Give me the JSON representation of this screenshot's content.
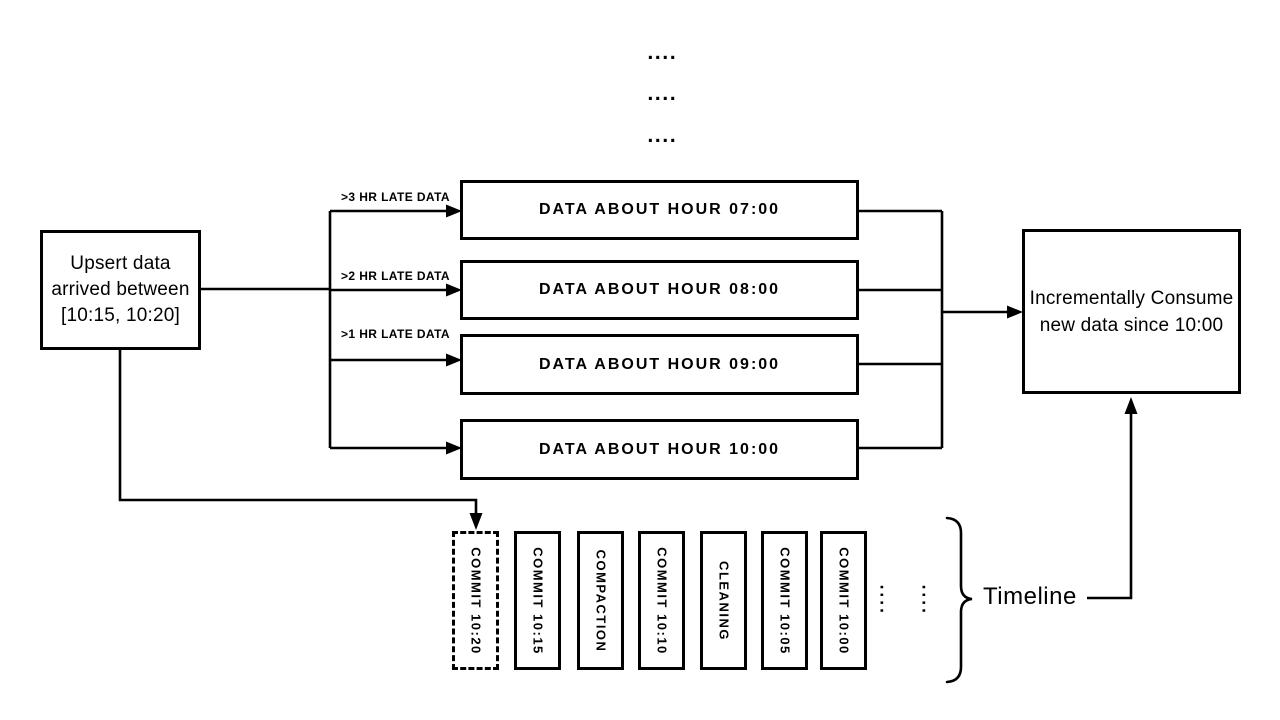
{
  "diagram": {
    "top_ellipsis": [
      "....",
      "....",
      "...."
    ],
    "upsert_box": {
      "line1": "Upsert data",
      "line2": "arrived between",
      "line3": "[10:15, 10:20]"
    },
    "late_data_labels": [
      ">3 HR LATE DATA",
      ">2 HR LATE DATA",
      ">1 HR LATE DATA"
    ],
    "data_boxes": [
      "DATA ABOUT HOUR 07:00",
      "DATA ABOUT HOUR 08:00",
      "DATA ABOUT HOUR 09:00",
      "DATA ABOUT HOUR 10:00"
    ],
    "consume_box": {
      "line1": "Incrementally Consume",
      "line2": "new data since 10:00"
    },
    "timeline": {
      "items": [
        {
          "label": "COMMIT  10:20",
          "style": "dashed"
        },
        {
          "label": "COMMIT  10:15",
          "style": "solid"
        },
        {
          "label": "COMPACTION",
          "style": "solid"
        },
        {
          "label": "COMMIT  10:10",
          "style": "solid"
        },
        {
          "label": "CLEANING",
          "style": "solid"
        },
        {
          "label": "COMMIT  10:05",
          "style": "solid"
        },
        {
          "label": "COMMIT  10:00",
          "style": "solid"
        }
      ],
      "trailing_ellipsis": [
        "....",
        "...."
      ],
      "label": "Timeline"
    },
    "colors": {
      "ink": "#000000",
      "background": "#ffffff"
    }
  }
}
